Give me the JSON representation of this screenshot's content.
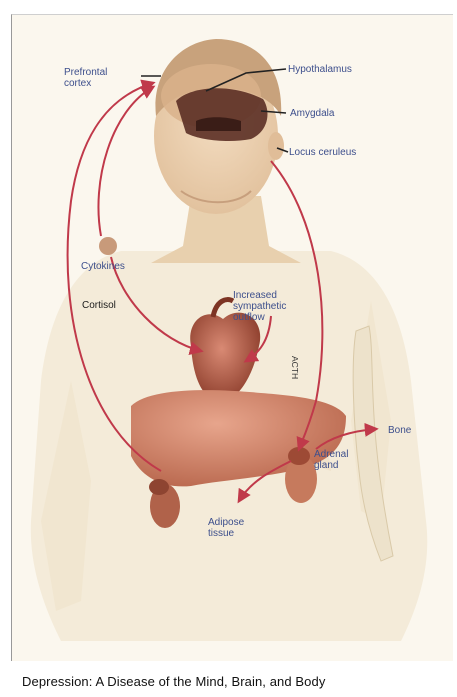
{
  "labels": {
    "prefrontal_cortex_1": "Prefrontal",
    "prefrontal_cortex_2": "cortex",
    "hypothalamus": "Hypothalamus",
    "amygdala": "Amygdala",
    "locus_ceruleus": "Locus ceruleus",
    "cytokines": "Cytokines",
    "cortisol": "Cortisol",
    "sympathetic_1": "Increased",
    "sympathetic_2": "sympathetic",
    "sympathetic_3": "outflow",
    "acth": "ACTH",
    "adrenal_1": "Adrenal",
    "adrenal_2": "gland",
    "bone": "Bone",
    "adipose_1": "Adipose",
    "adipose_2": "tissue"
  },
  "caption": "Depression: A Disease of the Mind, Brain, and Body",
  "colors": {
    "arrow": "#c0394a",
    "organ": "#b06048",
    "label_text": "#2f3a66",
    "background": "#fbf7ee"
  }
}
